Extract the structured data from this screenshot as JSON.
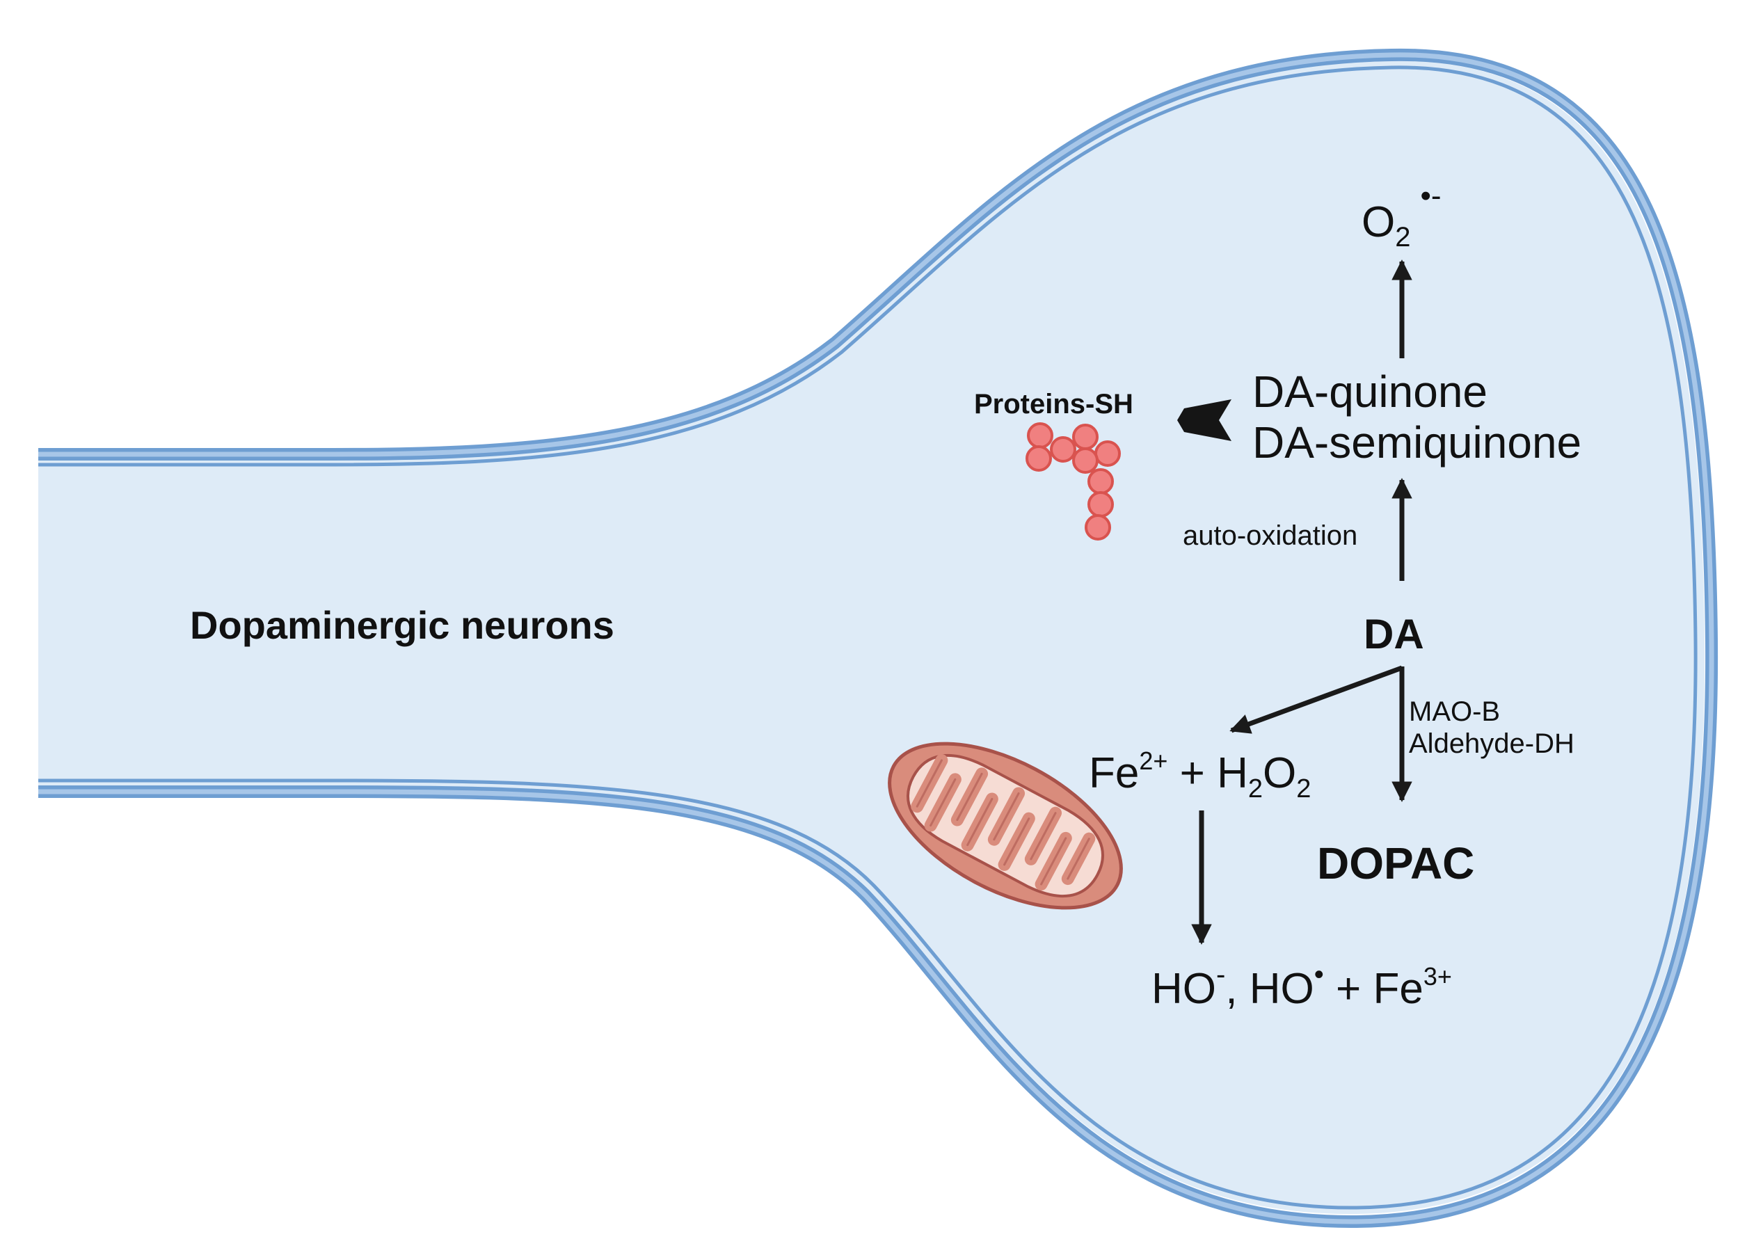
{
  "labels": {
    "neuron": "Dopaminergic neurons",
    "proteins": "Proteins-SH",
    "quinone": "DA-quinone",
    "semiquinone": "DA-semiquinone",
    "autoox": "auto-oxidation",
    "da": "DA",
    "maob": "MAO-B",
    "aldehyde": "Aldehyde-DH",
    "dopac": "DOPAC",
    "superoxide": {
      "base": "O",
      "sub": "2",
      "sup": "•-"
    },
    "fenton_reactants": {
      "fe": "Fe",
      "fe_charge": "2+",
      "plus": " + ",
      "h": "H",
      "h_sub": "2",
      "o": "O",
      "o_sub": "2"
    },
    "fenton_products": {
      "ho1": "HO",
      "ho1_sup": "-",
      "comma": ", ",
      "ho2": "HO",
      "ho2_sup": "•",
      "plus": " + ",
      "fe": "Fe",
      "fe_charge": "3+"
    }
  },
  "colors": {
    "background": "#ffffff",
    "cytoplasm": "#deebf7",
    "membrane_dark": "#6e9ed2",
    "membrane_light": "#a7c6e8",
    "protein_bead": "#f08080",
    "protein_outline": "#d9534f",
    "mitochondrion_outer": "#d98c7c",
    "mitochondrion_inner": "#f6dcd4",
    "mitochondrion_stroke": "#a8524a",
    "arrow": "#1a1a1a"
  },
  "icons": [
    "mitochondrion-icon",
    "protein-chain-icon",
    "block-arrow-icon"
  ]
}
